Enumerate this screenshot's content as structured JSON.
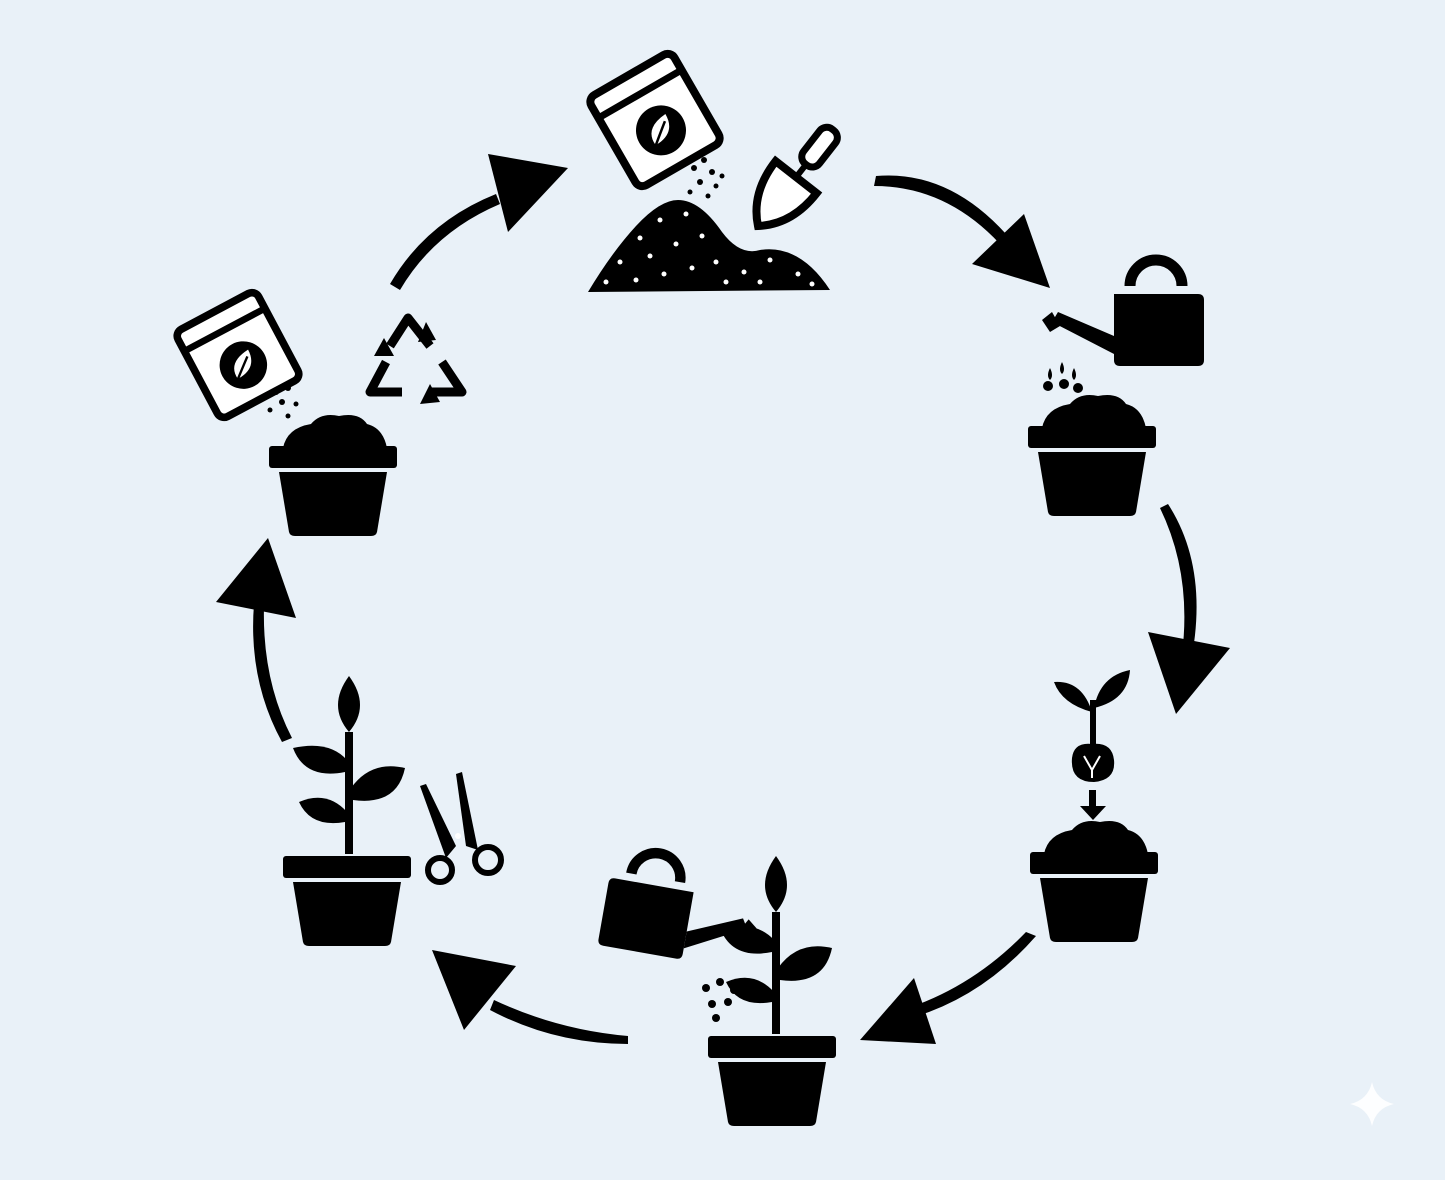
{
  "colors": {
    "background": "#e9f1f8",
    "ink": "#000000",
    "paper": "#ffffff",
    "watermark": "#ffffff"
  },
  "cycle": {
    "step_count": 6,
    "arrow_count": 6,
    "direction": "clockwise",
    "steps": [
      {
        "icon": "soil-bag-pouring-icon",
        "secondary_icon": "trowel-icon",
        "base_icon": "soil-pile-icon"
      },
      {
        "icon": "watering-can-icon",
        "base_icon": "soil-filled-pot-icon"
      },
      {
        "icon": "seedling-with-root-ball-icon",
        "secondary_icon": "down-arrow-icon",
        "base_icon": "soil-filled-pot-icon"
      },
      {
        "icon": "watering-can-icon",
        "base_icon": "potted-plant-icon"
      },
      {
        "icon": "scissors-icon",
        "base_icon": "potted-plant-icon"
      },
      {
        "icon": "recycle-icon",
        "secondary_icon": "soil-bag-pouring-icon",
        "base_icon": "soil-filled-pot-icon"
      }
    ]
  },
  "watermark": {
    "icon": "sparkle-icon"
  }
}
